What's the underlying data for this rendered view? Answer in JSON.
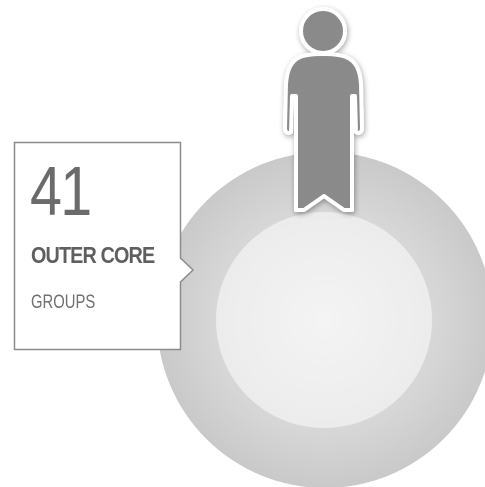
{
  "callout": {
    "value": "41",
    "title": "OUTER CORE",
    "subtitle": "GROUPS"
  },
  "icons": {
    "figure": "person-silhouette-icon"
  },
  "colors": {
    "outer_ring": "#d4d4d4",
    "inner_circle": "#f1f1f1",
    "figure": "#8a8a8a",
    "callout_border": "#8c8c8c",
    "text": "#626262"
  }
}
